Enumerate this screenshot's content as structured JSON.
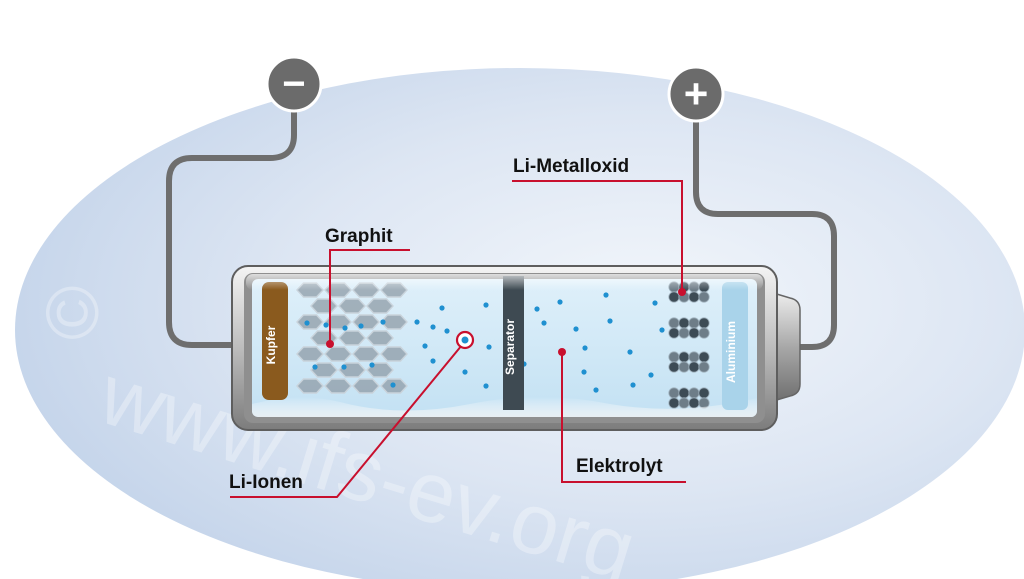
{
  "labels": {
    "graphit": "Graphit",
    "metalloxid": "Li-Metalloxid",
    "li_ionen": "Li-Ionen",
    "elektrolyt": "Elektrolyt",
    "kupfer": "Kupfer",
    "separator": "Separator",
    "aluminium": "Aluminium"
  },
  "terminals": {
    "negative": "−",
    "positive": "+"
  },
  "watermark": {
    "copyright": "©",
    "url": "www.ifs-ev.org"
  },
  "colors": {
    "background_ellipse": "#dde6f3",
    "electrolyte": "#cfe7f6",
    "copper": "#8a5a1e",
    "separator": "#3e4a52",
    "aluminium": "#a9d3ea",
    "ion_dot": "#1f90d0",
    "leader_line": "#c8102e",
    "wire": "#6e6e6e",
    "terminal": "#6b6b6b"
  }
}
